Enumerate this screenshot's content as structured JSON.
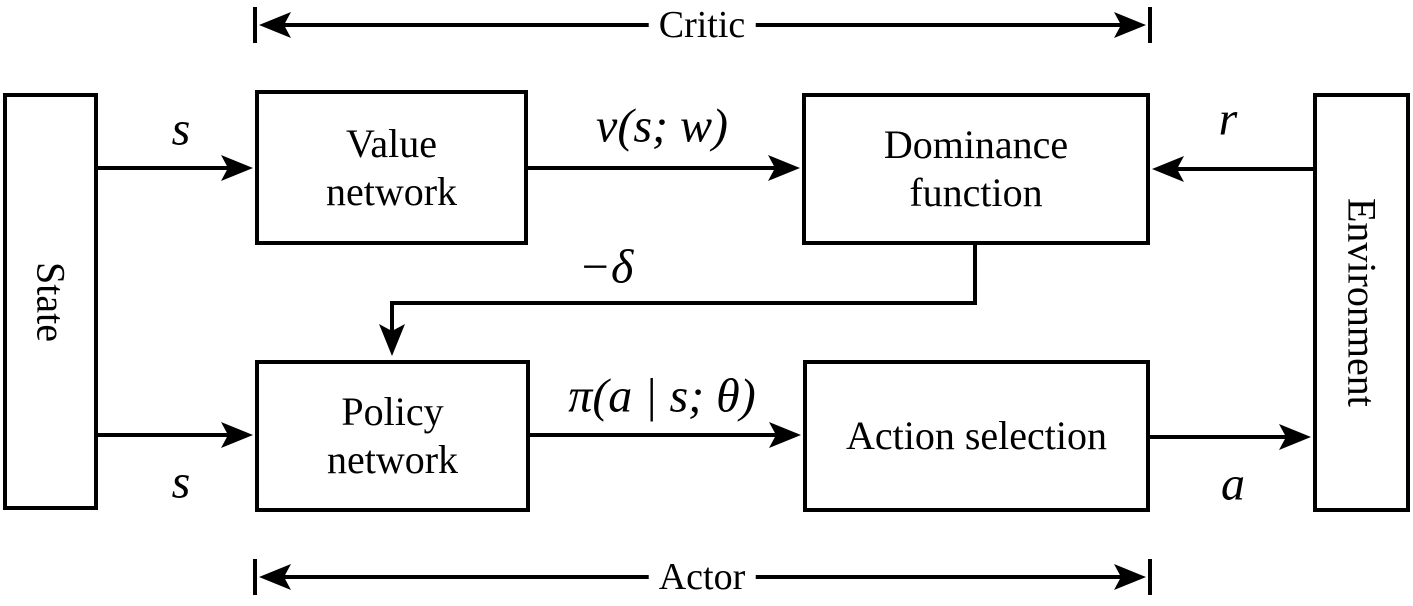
{
  "diagram": {
    "braces": {
      "critic": "Critic",
      "actor": "Actor"
    },
    "boxes": {
      "state": {
        "label": "State"
      },
      "environment": {
        "label": "Environment"
      },
      "value_network": {
        "lines": [
          "Value",
          "network"
        ]
      },
      "dominance_function": {
        "lines": [
          "Dominance",
          "function"
        ]
      },
      "policy_network": {
        "lines": [
          "Policy",
          "network"
        ]
      },
      "action_selection": {
        "lines": [
          "Action selection"
        ]
      }
    },
    "signals": {
      "state_to_value": "s",
      "value_to_dominance": "v(s; w)",
      "reward": "r",
      "td_error": "−δ",
      "state_to_policy": "s",
      "policy_to_action": "π(a | s; θ)",
      "action_to_environment": "a"
    },
    "colors": {
      "line": "#000000",
      "background": "#ffffff"
    }
  }
}
